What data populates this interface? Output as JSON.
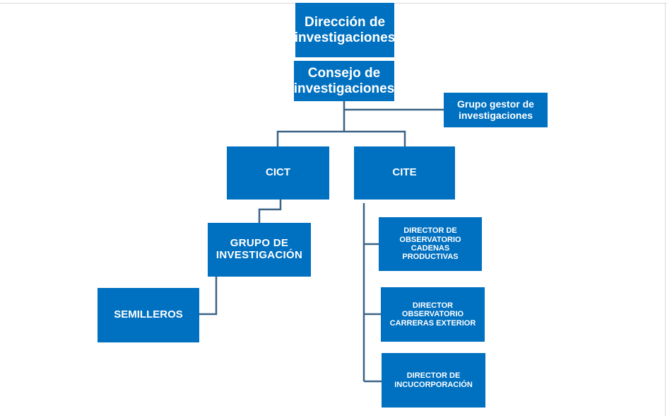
{
  "org_chart": {
    "nodes": {
      "direccion": "Dirección de\ninvestigaciones",
      "consejo": "Consejo de\ninvestigaciones",
      "grupo_gestor": "Grupo gestor de\ninvestigaciones",
      "cict": "CICT",
      "cite": "CITE",
      "grupo_investigacion": "GRUPO DE\nINVESTIGACIÓN",
      "semilleros": "SEMILLEROS",
      "director_obs_cadenas": "DIRECTOR DE\nOBSERVATORIO\nCADENAS\nPRODUCTIVAS",
      "director_obs_carreras": "DIRECTOR\nOBSERVATORIO\nCARRERAS EXTERIOR",
      "director_incorporacion": "DIRECTOR DE\nINCUCORPORACIÓN"
    },
    "colors": {
      "node_fill": "#0070c0",
      "node_text": "#ffffff",
      "connector": "#3b6386"
    }
  }
}
